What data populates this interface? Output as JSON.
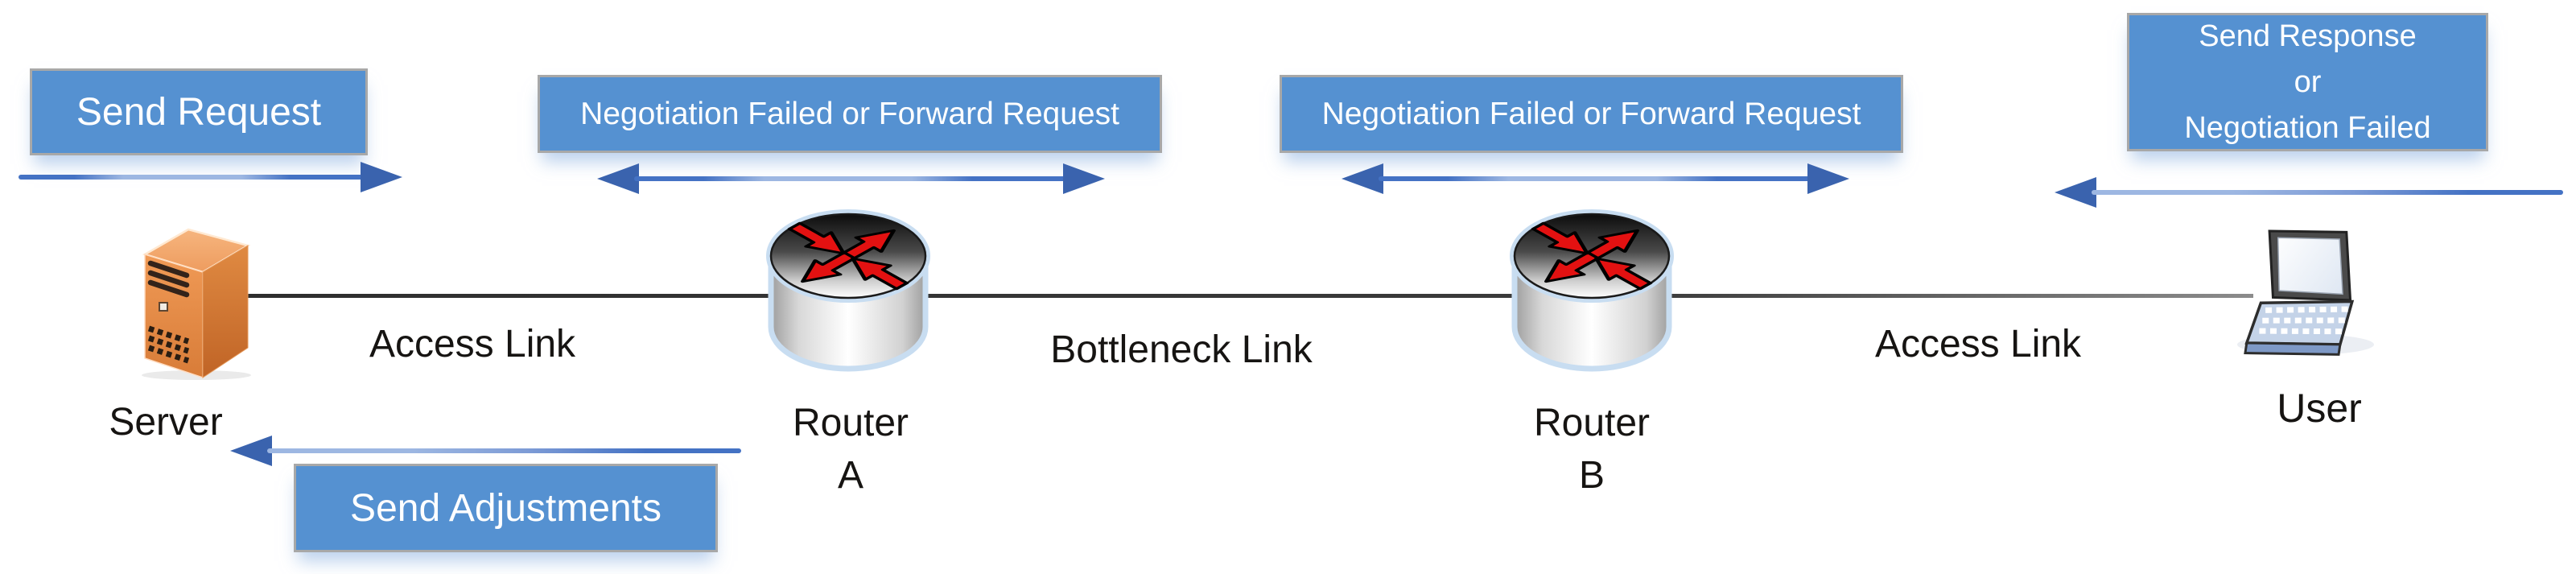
{
  "diagram": {
    "message_boxes": {
      "send_request": {
        "label": "Send Request"
      },
      "negotiation_left": {
        "label": "Negotiation Failed or Forward Request"
      },
      "negotiation_right": {
        "label": "Negotiation Failed or Forward Request"
      },
      "send_response": {
        "line1": "Send Response",
        "line2": "or",
        "line3": "Negotiation Failed"
      },
      "send_adjustments": {
        "label": "Send Adjustments"
      }
    },
    "nodes": {
      "server": {
        "label": "Server"
      },
      "router_a": {
        "name": "Router",
        "letter": "A"
      },
      "router_b": {
        "name": "Router",
        "letter": "B"
      },
      "user": {
        "label": "User"
      }
    },
    "links": {
      "access_left": {
        "label": "Access Link"
      },
      "bottleneck": {
        "label": "Bottleneck Link"
      },
      "access_right": {
        "label": "Access Link"
      }
    },
    "arrows": {
      "send_request_direction": "right",
      "negotiation_left_direction": "both",
      "negotiation_right_direction": "both",
      "send_response_direction": "left",
      "send_adjustments_direction": "left"
    },
    "colors": {
      "box_fill": "#5591D1",
      "box_border": "#A8A8A8",
      "box_text": "#FFFFFF",
      "arrow_dark": "#4472C4",
      "arrow_light": "#9DB7E2",
      "arrow_head": "#3A63AE",
      "link_line": "#3B3B3B",
      "label_text": "#161412",
      "server_orange": "#E08B45",
      "router_red": "#E31111",
      "laptop_blue": "#C4D3E8"
    }
  }
}
